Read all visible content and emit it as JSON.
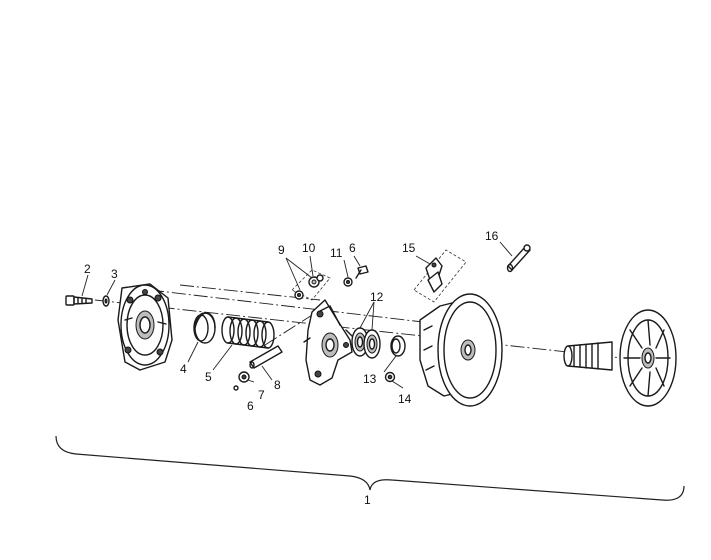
{
  "callouts": {
    "c1": "1",
    "c2": "2",
    "c3": "3",
    "c4": "4",
    "c5": "5",
    "c6a": "6",
    "c6b": "6",
    "c7": "7",
    "c8": "8",
    "c9": "9",
    "c10": "10",
    "c11": "11",
    "c12": "12",
    "c13": "13",
    "c14": "14",
    "c15": "15",
    "c16": "16"
  }
}
